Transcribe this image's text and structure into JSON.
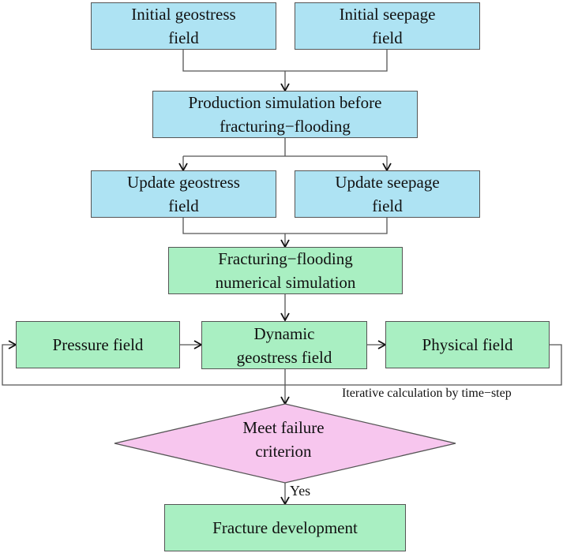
{
  "colors": {
    "input_fill": "#aee3f3",
    "process_fill": "#a9efc2",
    "decision_fill": "#f7c6ee",
    "line": "#555555"
  },
  "nodes": {
    "initial_geostress": "Initial geostress\nfield",
    "initial_seepage": "Initial seepage\nfield",
    "production_sim": "Production simulation before\nfracturing−flooding",
    "update_geostress": "Update geostress\nfield",
    "update_seepage": "Update seepage\nfield",
    "fracturing_flooding": "Fracturing−flooding\nnumerical  simulation",
    "pressure_field": "Pressure field",
    "dynamic_geostress": "Dynamic\ngeostress field",
    "physical_field": "Physical field",
    "failure_criterion": "Meet failure\ncriterion",
    "fracture_development": "Fracture development"
  },
  "labels": {
    "iteration": "Iterative calculation by time−step",
    "yes": "Yes"
  }
}
